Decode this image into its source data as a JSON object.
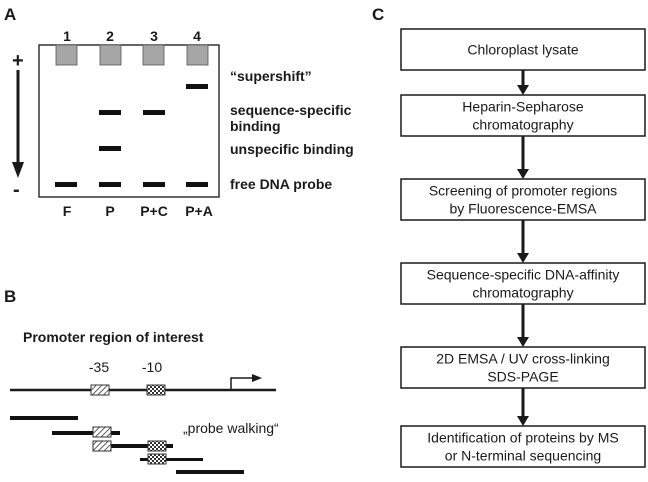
{
  "panel_a": {
    "letter": "A",
    "lane_numbers": [
      "1",
      "2",
      "3",
      "4"
    ],
    "lane_labels": [
      "F",
      "P",
      "P+C",
      "P+A"
    ],
    "plus_sign": "+",
    "minus_sign": "-",
    "band_labels": {
      "supershift": "“supershift”",
      "sequence_specific_line1": "sequence-specific",
      "sequence_specific_line2": "binding",
      "unspecific": "unspecific binding",
      "free_probe": "free DNA probe"
    },
    "colors": {
      "well": "#a6a6a6",
      "band": "#111111",
      "gel_border": "#333333"
    }
  },
  "panel_b": {
    "letter": "B",
    "title": "Promoter region of interest",
    "pos_35": "-35",
    "pos_10": "-10",
    "probe_walking": "„probe walking“"
  },
  "panel_c": {
    "letter": "C",
    "steps": [
      [
        "Chloroplast lysate"
      ],
      [
        "Heparin-Sepharose",
        "chromatography"
      ],
      [
        "Screening of promoter regions",
        "by Fluorescence-EMSA"
      ],
      [
        "Sequence-specific DNA-affinity",
        "chromatography"
      ],
      [
        "2D EMSA / UV cross-linking",
        "SDS-PAGE"
      ],
      [
        "Identification of proteins by MS",
        "or N-terminal sequencing"
      ]
    ]
  }
}
